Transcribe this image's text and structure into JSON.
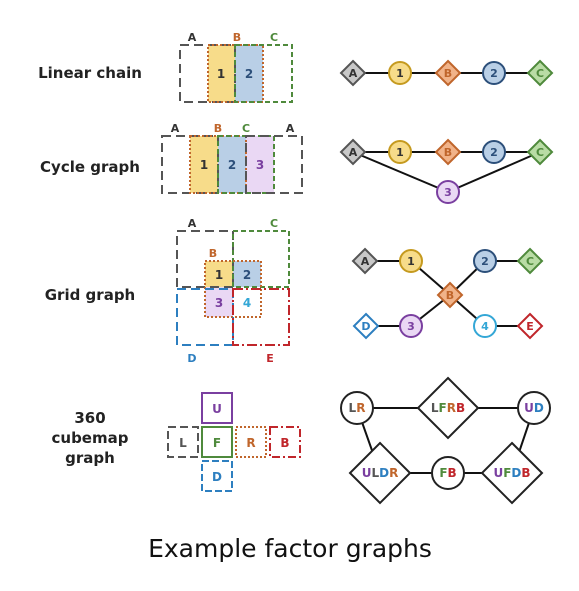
{
  "colors": {
    "A": {
      "stroke": "#555555",
      "fill": "#c8c8c8",
      "text": "#333333"
    },
    "B": {
      "stroke": "#c0662c",
      "fill": "#f1b389",
      "text": "#c0662c"
    },
    "C": {
      "stroke": "#4f8a3c",
      "fill": "#b9dca5",
      "text": "#4f8a3c"
    },
    "D": {
      "stroke": "#2d7fc0",
      "fill": "#ffffff",
      "text": "#2d7fc0"
    },
    "E": {
      "stroke": "#c0262b",
      "fill": "#ffffff",
      "text": "#c0262b"
    },
    "n1": {
      "stroke": "#c59a1f",
      "fill": "#f7dc8a",
      "text": "#333333"
    },
    "n2": {
      "stroke": "#2c4f7a",
      "fill": "#b9cfe6",
      "text": "#2c4f7a"
    },
    "n3": {
      "stroke": "#7a3fa0",
      "fill": "#ead8f4",
      "text": "#7a3fa0"
    },
    "n4": {
      "stroke": "#34a7d6",
      "fill": "#ffffff",
      "text": "#34a7d6"
    },
    "cube": {
      "stroke": "#222222",
      "fill": "#ffffff"
    }
  },
  "rows": {
    "linear": {
      "label": "Linear chain"
    },
    "cycle": {
      "label": "Cycle graph"
    },
    "grid": {
      "label": "Grid graph"
    },
    "cube": {
      "label": [
        "360",
        "cubemap",
        "graph"
      ]
    }
  },
  "linear": {
    "captions": [
      "A",
      "B",
      "C"
    ],
    "cells": [
      "1",
      "2"
    ],
    "nodes": [
      "A",
      "1",
      "B",
      "2",
      "C"
    ]
  },
  "cycle": {
    "captions": [
      "A",
      "B",
      "C",
      "A"
    ],
    "cells": [
      "1",
      "2",
      "3"
    ],
    "nodes": [
      "A",
      "1",
      "B",
      "2",
      "C",
      "3"
    ]
  },
  "grid": {
    "captions": [
      "A",
      "C",
      "B",
      "D",
      "E"
    ],
    "cells": [
      "1",
      "2",
      "3",
      "4"
    ],
    "nodes": [
      "A",
      "1",
      "2",
      "C",
      "B",
      "D",
      "3",
      "4",
      "E"
    ]
  },
  "cubemap": {
    "faces": [
      "U",
      "L",
      "F",
      "R",
      "B",
      "D"
    ],
    "nodes": {
      "LR": [
        "L",
        "R"
      ],
      "LFRB": [
        "L",
        "F",
        "R",
        "B"
      ],
      "UD": [
        "U",
        "D"
      ],
      "ULDR": [
        "U",
        "L",
        "D",
        "R"
      ],
      "FB": [
        "F",
        "B"
      ],
      "UFDB": [
        "U",
        "F",
        "D",
        "B"
      ]
    },
    "letter_colors": {
      "L": "#555555",
      "F": "#4f8a3c",
      "R": "#c0662c",
      "B": "#c0262b",
      "U": "#7a3fa0",
      "D": "#2d7fc0"
    }
  },
  "caption": "Example factor graphs"
}
